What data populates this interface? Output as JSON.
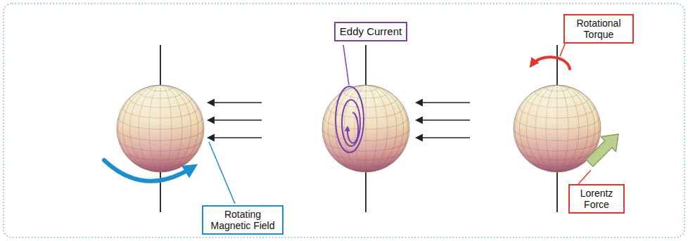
{
  "diagram": {
    "nodes": [
      {
        "text": [
          "Rotating Magnetic Field"
        ]
      },
      {
        "text": [
          "Eddy Current"
        ]
      },
      {
        "text": [
          "Rotational Torque"
        ]
      },
      {
        "text": [
          "Lorentz Force"
        ]
      }
    ]
  }
}
